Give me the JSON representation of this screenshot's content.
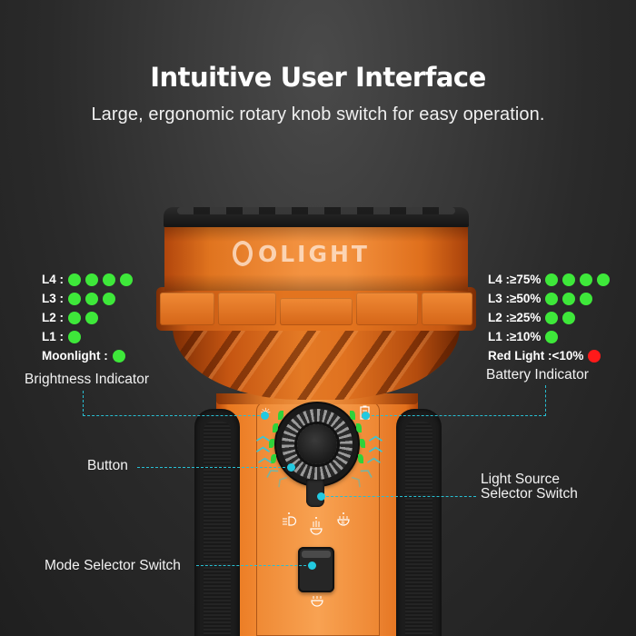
{
  "header": {
    "title": "Intuitive User Interface",
    "subtitle": "Large, ergonomic rotary knob switch for easy operation."
  },
  "product": {
    "brand_logo": "OLIGHT",
    "body_color": "#f0872f"
  },
  "brightness_legend": {
    "rows": [
      {
        "label": "L4 :",
        "leds": 4,
        "color": "#3ee83a"
      },
      {
        "label": "L3 :",
        "leds": 3,
        "color": "#3ee83a"
      },
      {
        "label": "L2 :",
        "leds": 2,
        "color": "#3ee83a"
      },
      {
        "label": "L1 :",
        "leds": 1,
        "color": "#3ee83a"
      },
      {
        "label": "Moonlight :",
        "leds": 1,
        "color": "#3ee83a"
      }
    ]
  },
  "battery_legend": {
    "rows": [
      {
        "label": "L4 :≥75%",
        "leds": 4,
        "color": "#3ee83a"
      },
      {
        "label": "L3 :≥50%",
        "leds": 3,
        "color": "#3ee83a"
      },
      {
        "label": "L2 :≥25%",
        "leds": 2,
        "color": "#3ee83a"
      },
      {
        "label": "L1 :≥10%",
        "leds": 1,
        "color": "#3ee83a"
      },
      {
        "label": "Red Light :<10%",
        "leds": 1,
        "color": "#ff1a1a"
      }
    ]
  },
  "callouts": {
    "brightness_indicator": "Brightness Indicator",
    "battery_indicator": "Battery Indicator",
    "button": "Button",
    "light_source_line1": "Light Source",
    "light_source_line2": "Selector Switch",
    "mode_selector": "Mode Selector Switch"
  },
  "icons": {
    "brightness": "sun-icon",
    "battery": "battery-icon",
    "floodlight": "floodlight-icon",
    "spotlight": "spotlight-icon",
    "red_light": "red-light-icon",
    "mode": "mode-icon"
  },
  "colors": {
    "accent_callout": "#28bfd3",
    "led_green": "#3ee83a",
    "led_red": "#ff1a1a",
    "background": "#2b2b2b"
  }
}
